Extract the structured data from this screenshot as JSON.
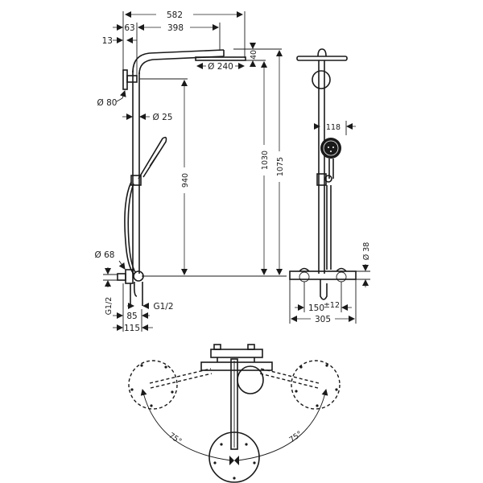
{
  "drawing": {
    "title": "Shower system technical drawing",
    "side_view": {
      "dimensions": {
        "overall_projection": "582",
        "wall_offset": "63",
        "arm_length": "398",
        "wall_clearance": "13",
        "head_diameter": "Ø 240",
        "head_thickness": "40",
        "wall_plate_diameter": "Ø 80",
        "pipe_diameter": "Ø  25",
        "arm_height": "940",
        "head_height": "1030",
        "overall_height": "1075",
        "escutcheon_diameter": "Ø 68",
        "inlet_thread": "G1/2",
        "outlet_thread": "G1/2",
        "depth_85": "85",
        "depth_115": "115"
      }
    },
    "front_view": {
      "dimensions": {
        "handshower_width": "118",
        "mixer_diameter": "Ø 38",
        "centres": "150",
        "centres_tolerance": "±12",
        "mixer_width": "305"
      }
    },
    "top_view": {
      "rotation_left": "75°",
      "rotation_right": "75°"
    }
  }
}
